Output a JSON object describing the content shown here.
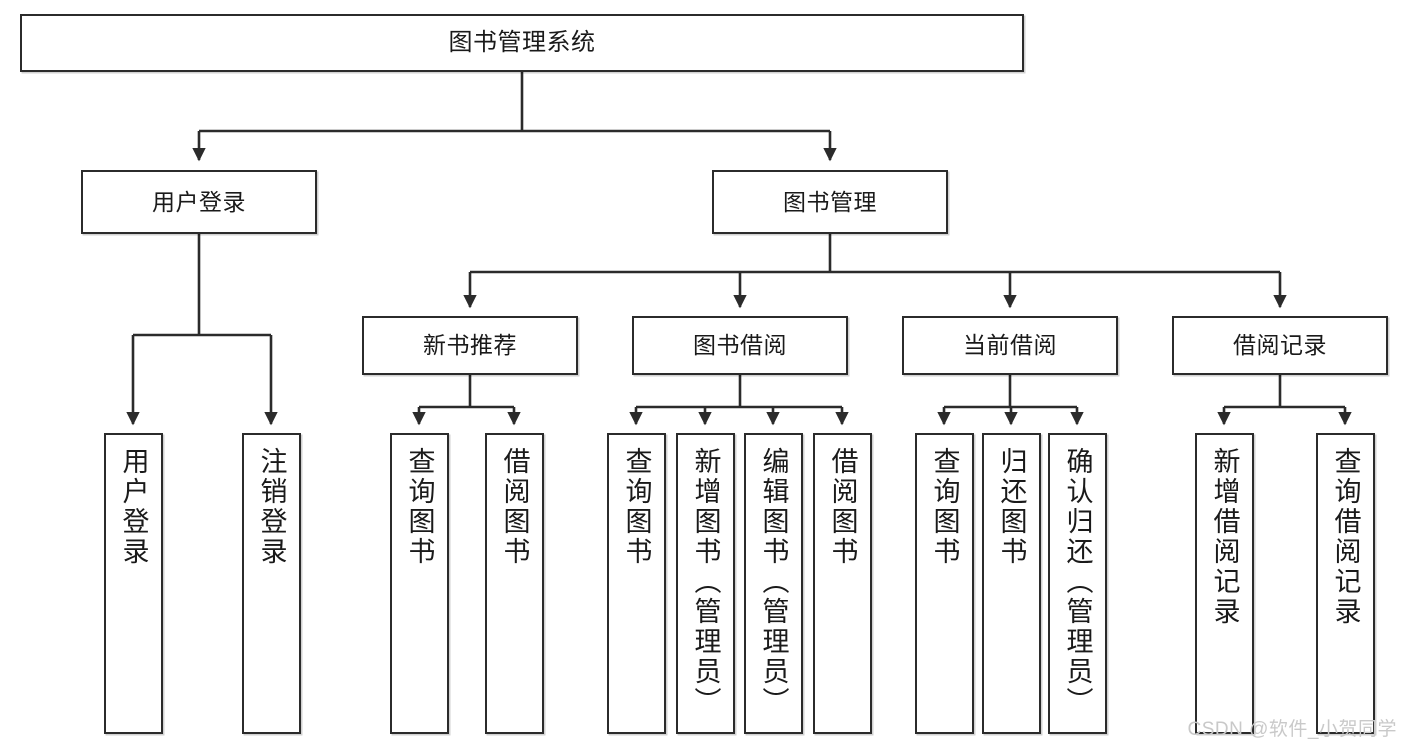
{
  "diagram": {
    "title": "图书管理系统",
    "type": "tree",
    "colors": {
      "stroke": "#2b2b2b",
      "fill": "#ffffff",
      "text": "#1a1a1a",
      "watermark": "#c9c9c9"
    },
    "root": {
      "label": "图书管理系统"
    },
    "level1": [
      {
        "label": "用户登录"
      },
      {
        "label": "图书管理"
      }
    ],
    "level2": [
      {
        "label": "新书推荐"
      },
      {
        "label": "图书借阅"
      },
      {
        "label": "当前借阅"
      },
      {
        "label": "借阅记录"
      }
    ],
    "leaves": {
      "user_login": [
        {
          "label": "用户登录"
        },
        {
          "label": "注销登录"
        }
      ],
      "new_book": [
        {
          "label": "查询图书"
        },
        {
          "label": "借阅图书"
        }
      ],
      "book_borrow": [
        {
          "label": "查询图书"
        },
        {
          "label": "新增图书（管理员）"
        },
        {
          "label": "编辑图书（管理员）"
        },
        {
          "label": "借阅图书"
        }
      ],
      "current_borrow": [
        {
          "label": "查询图书"
        },
        {
          "label": "归还图书"
        },
        {
          "label": "确认归还（管理员）"
        }
      ],
      "borrow_record": [
        {
          "label": "新增借阅记录"
        },
        {
          "label": "查询借阅记录"
        }
      ]
    }
  },
  "watermark": {
    "text": "CSDN @软件_小贺同学"
  }
}
